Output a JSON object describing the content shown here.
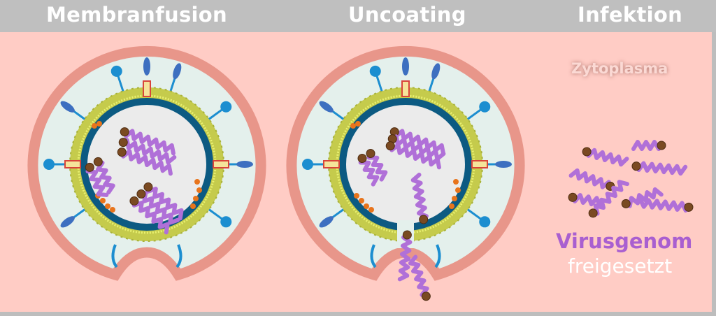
{
  "header": {
    "stage1": "Membranfusion",
    "stage2": "Uncoating",
    "stage3": "Infektion"
  },
  "labels": {
    "compartment": "Zytoplasma",
    "genome": "Virusgenom",
    "released": "freigesetzt"
  },
  "colors": {
    "background": "#ffccc5",
    "header": "#bfbfbf",
    "membrane": "#e8968a",
    "vesicle": "#e4f0ec",
    "envelope": "#c5cb4c",
    "capsid": "#0c5a82",
    "genome": "#b070d8",
    "genome_label": "#a95fd0",
    "protein": "#1c8ed0"
  }
}
